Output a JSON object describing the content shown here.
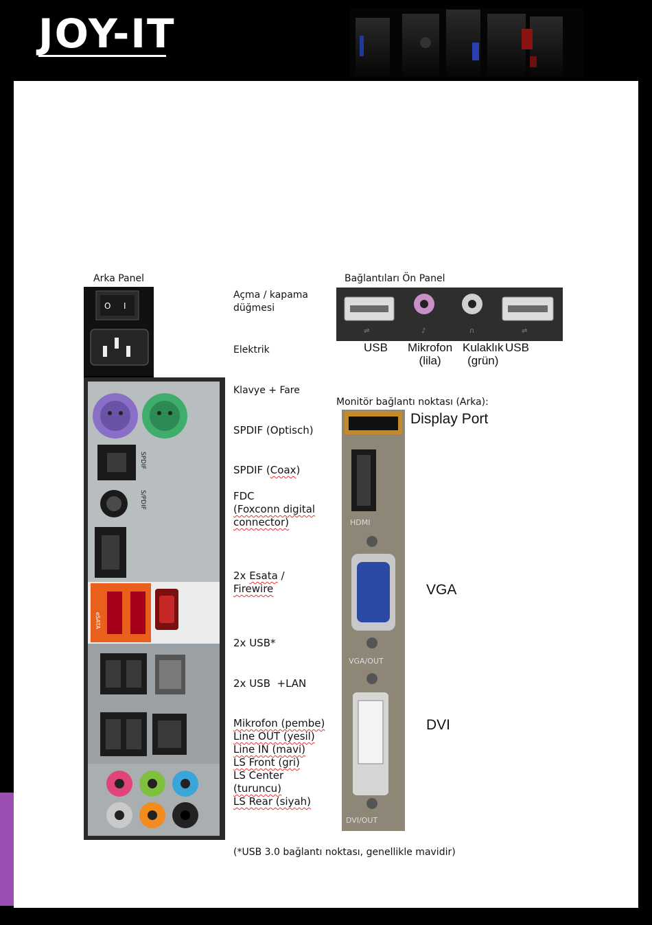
{
  "brand": {
    "logo": "JOY-IT"
  },
  "rear_panel": {
    "title": "Arka Panel",
    "items": [
      {
        "l1": "Açma / kapama",
        "l2": "düğmesi"
      },
      {
        "l1": "Elektrik"
      },
      {
        "l1": "Klavye + Fare"
      },
      {
        "l1": "SPDIF (Optisch)"
      },
      {
        "pre": "SPDIF (",
        "wavy": "Coax",
        "post": ")"
      },
      {
        "l1": "FDC",
        "l2": "(Foxconn digital",
        "l3": "connector)"
      },
      {
        "pre": "2x ",
        "wavy": "Esata",
        "post": " /",
        "l2": "Firewire"
      },
      {
        "l1": "2x USB*"
      },
      {
        "l1": "2x USB  +LAN"
      },
      {
        "audio": [
          "Mikrofon (pembe)",
          "Line OUT (yesil)",
          "Line IN (mavi)",
          "LS Front (gri)",
          "LS Center",
          "(turuncu)",
          "LS Rear (siyah)"
        ]
      }
    ],
    "panel_text": {
      "spdif_top": "SPDIF",
      "spdif_bottom": "S/PDIF",
      "esata": "eSATA"
    }
  },
  "front_panel": {
    "title": "Bağlantıları Ön Panel",
    "ports": [
      {
        "l1": "USB"
      },
      {
        "l1": "Mikrofon",
        "l2": "(lila)"
      },
      {
        "l1": "Kulaklık",
        "l2": "(grün)"
      },
      {
        "l1": "USB"
      }
    ]
  },
  "monitor": {
    "title": "Monitör bağlantı noktası (Arka):",
    "display_port": "Display Port",
    "vga": "VGA",
    "dvi": "DVI",
    "card_text": {
      "hdmi": "HDMI",
      "vga_out": "VGA/OUT",
      "dvi_out": "DVI/OUT"
    }
  },
  "footnote": "(*USB 3.0 bağlantı noktası, genellikle mavidir)",
  "colors": {
    "accent": "#9b4fb5",
    "purple_ps2": "#8a6fc9",
    "green_ps2": "#3fae6c",
    "esata_orange": "#e8601c",
    "audio_pink": "#e0457a",
    "audio_green": "#7fc13e",
    "audio_blue": "#3aa6d8",
    "audio_gray": "#c9c9c9",
    "audio_orange": "#f28c1e",
    "audio_black": "#222222"
  }
}
